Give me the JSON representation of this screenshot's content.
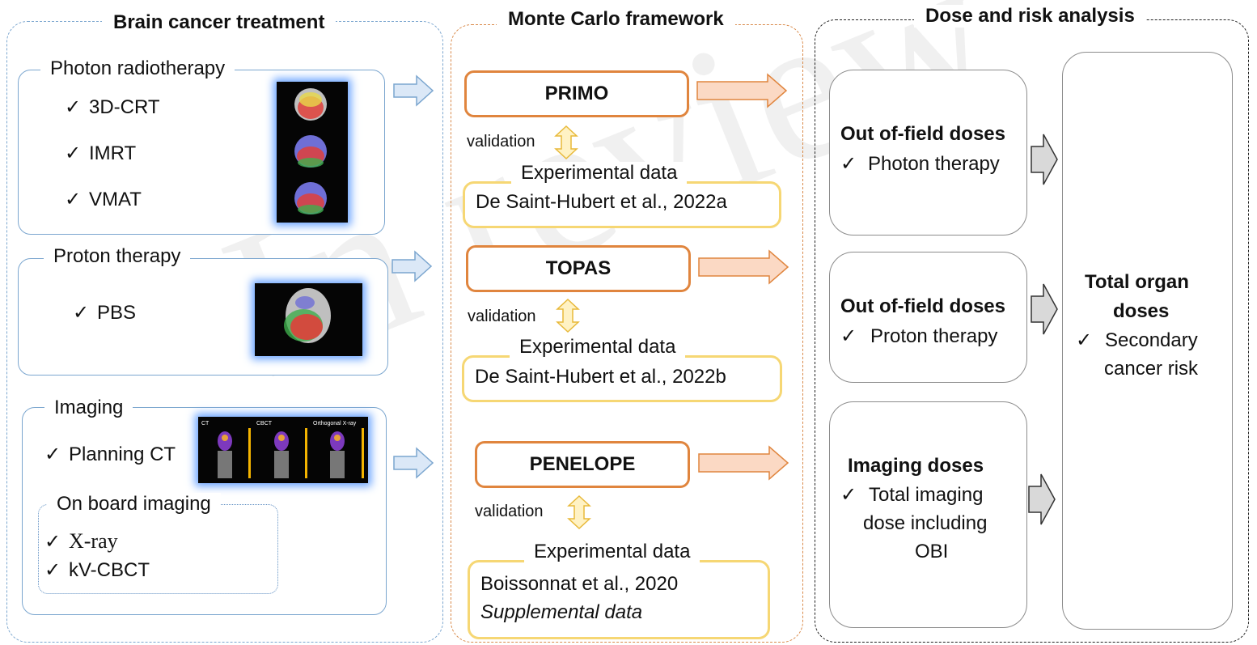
{
  "colors": {
    "left_border": "#7ba6cf",
    "middle_border": "#d98a4a",
    "engine_border": "#e0853e",
    "engine_arrow_fill": "#fbd9c4",
    "exp_border": "#f6d774",
    "validation_arrow": "#f2c94c",
    "blue_arrow_fill": "#dbe8f7",
    "right_border": "#222222",
    "gray_arrow_fill": "#d9d9d9"
  },
  "watermark": "In review",
  "columns": {
    "treatment": {
      "title": "Brain cancer treatment",
      "photon": {
        "title": "Photon radiotherapy",
        "items": [
          "3D-CRT",
          "IMRT",
          "VMAT"
        ]
      },
      "proton": {
        "title": "Proton therapy",
        "items": [
          "PBS"
        ]
      },
      "imaging": {
        "title": "Imaging",
        "items": [
          "Planning CT"
        ],
        "image_labels": [
          "CT",
          "CBCT",
          "Orthogonal X-ray"
        ],
        "obi": {
          "title": "On board imaging",
          "items": [
            "X-ray",
            "kV-CBCT"
          ]
        }
      }
    },
    "mc": {
      "title": "Monte Carlo framework",
      "validation_label": "validation",
      "experimental_title": "Experimental data",
      "engines": [
        {
          "name": "PRIMO",
          "reference": "De Saint-Hubert et al., 2022a"
        },
        {
          "name": "TOPAS",
          "reference": "De Saint-Hubert et al., 2022b"
        },
        {
          "name": "PENELOPE",
          "reference": "Boissonnat et al., 2020",
          "note": "Supplemental data"
        }
      ]
    },
    "analysis": {
      "title": "Dose and risk analysis",
      "boxes": [
        {
          "title": "Out of-field doses",
          "lines": [
            "Photon therapy"
          ]
        },
        {
          "title": "Out of-field doses",
          "lines": [
            "Proton therapy"
          ]
        },
        {
          "title": "Imaging doses",
          "lines": [
            "Total imaging",
            "dose including",
            "OBI"
          ]
        }
      ],
      "total": {
        "title_line1": "Total organ",
        "title_line2": "doses",
        "lines": [
          "Secondary",
          "cancer risk"
        ]
      }
    }
  },
  "check_mark": "✓"
}
